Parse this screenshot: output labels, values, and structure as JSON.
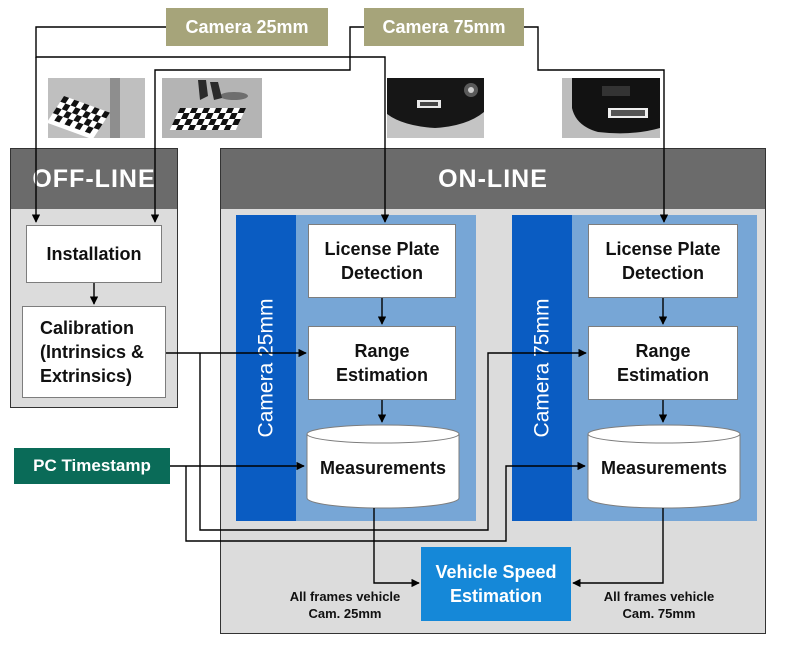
{
  "cameras": {
    "cam25_label": "Camera 25mm",
    "cam75_label": "Camera 75mm"
  },
  "photos": {
    "cam25_a": "checkerboard calibration pattern on pavement",
    "cam25_b": "checkerboard held by person on road",
    "cam75_a": "rear of car with license plate",
    "cam75_b": "close-up of license plate"
  },
  "offline": {
    "title": "OFF-LINE",
    "installation": "Installation",
    "calibration_lines": [
      "Calibration",
      "(Intrinsics &",
      "Extrinsics)"
    ]
  },
  "online": {
    "title": "ON-LINE",
    "cam25": {
      "strip_label": "Camera 25mm",
      "detection_lines": [
        "License Plate",
        "Detection"
      ],
      "range_lines": [
        "Range",
        "Estimation"
      ],
      "measurements": "Measurements"
    },
    "cam75": {
      "strip_label": "Camera 75mm",
      "detection_lines": [
        "License Plate",
        "Detection"
      ],
      "range_lines": [
        "Range",
        "Estimation"
      ],
      "measurements": "Measurements"
    }
  },
  "timestamp": {
    "label": "PC Timestamp"
  },
  "speed": {
    "lines": [
      "Vehicle Speed",
      "Estimation"
    ]
  },
  "captions": {
    "left_lines": [
      "All frames vehicle",
      "Cam. 25mm"
    ],
    "right_lines": [
      "All frames vehicle",
      "Cam. 75mm"
    ]
  },
  "colors": {
    "camera_tag": "#a6a47a",
    "panel_head": "#6b6b6b",
    "panel_body": "#dcdcdc",
    "camera_area": "#77a6d6",
    "camera_strip": "#0a5cc2",
    "timestamp": "#0a6b58",
    "speed": "#1588d8"
  }
}
